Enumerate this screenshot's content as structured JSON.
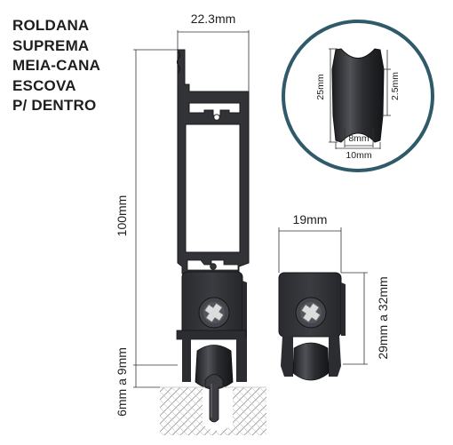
{
  "title_lines": [
    "ROLDANA",
    "SUPREMA",
    "MEIA-CANA",
    "ESCOVA",
    "P/ DENTRO"
  ],
  "dimensions": {
    "profile_width": "22.3mm",
    "profile_height": "100mm",
    "gap": "6mm a 9mm",
    "roller_width": "19mm",
    "roller_adjust": "29mm a 32mm",
    "wheel_diameter": "25mm",
    "wheel_groove": "2.5mm",
    "wheel_inner": "8mm",
    "wheel_outer": "10mm"
  },
  "colors": {
    "text": "#1e1e1e",
    "metal": "#2f3034",
    "circle_border": "#2f5a6a"
  }
}
